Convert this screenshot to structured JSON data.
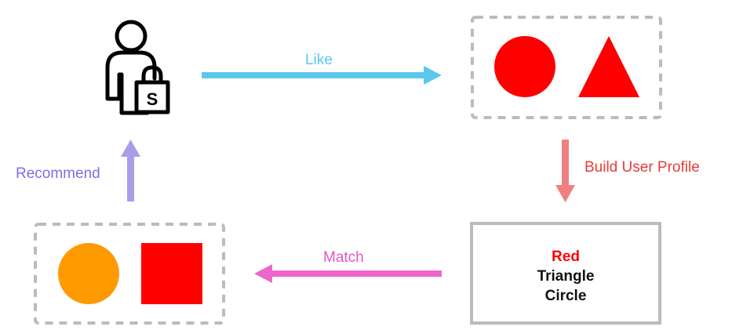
{
  "colors": {
    "like": "#5bc8ea",
    "build": "#f08080",
    "match": "#ee66cc",
    "recommend": "#a89ee8",
    "red": "#ff0000",
    "orange": "#ff9900",
    "box_dashed": "#bbbbbb",
    "box_solid": "#bbbbbb"
  },
  "nodes": {
    "user": {
      "icon": "shopper-with-bag-icon",
      "bag_symbol": "S"
    },
    "liked_items": {
      "shapes": [
        "red-circle",
        "red-triangle"
      ]
    },
    "user_profile": {
      "lines": [
        "Red",
        "Triangle",
        "Circle"
      ]
    },
    "recommended_items": {
      "shapes": [
        "orange-circle",
        "red-square"
      ]
    }
  },
  "edges": {
    "like": {
      "label": "Like"
    },
    "build_profile": {
      "label": "Build User Profile"
    },
    "match": {
      "label": "Match"
    },
    "recommend": {
      "label": "Recommend"
    }
  }
}
